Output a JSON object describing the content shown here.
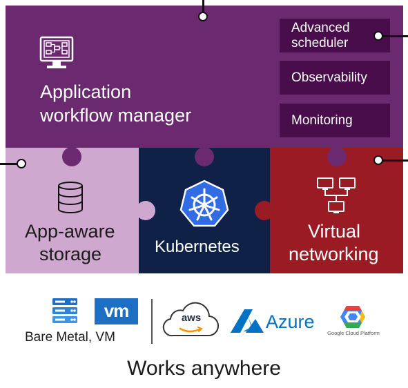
{
  "app": {
    "title_line1": "Application",
    "title_line2": "workflow manager",
    "modules": [
      "Advanced scheduler",
      "Observability",
      "Monitoring"
    ],
    "modules_lines": {
      "advanced_1": "Advanced",
      "advanced_2": "scheduler"
    }
  },
  "storage": {
    "line1": "App-aware",
    "line2": "storage"
  },
  "kubernetes": {
    "label": "Kubernetes"
  },
  "networking": {
    "line1": "Virtual",
    "line2": "networking"
  },
  "platforms": {
    "vm_logo_text": "vm",
    "bare_metal_label": "Bare Metal, VM",
    "aws_logo_text": "aws",
    "azure_logo_text": "Azure",
    "gcp_logo_text": "Google Cloud Platform"
  },
  "footer": {
    "tagline": "Works anywhere"
  },
  "colors": {
    "purple": "#6b2a6f",
    "dark_purple": "#4a0d4c",
    "lavender": "#cfa8cf",
    "navy": "#0f2146",
    "crimson": "#9b1b24",
    "kube_blue": "#326ce5",
    "vm_blue": "#1d6fc4",
    "azure_blue": "#0072c6"
  }
}
